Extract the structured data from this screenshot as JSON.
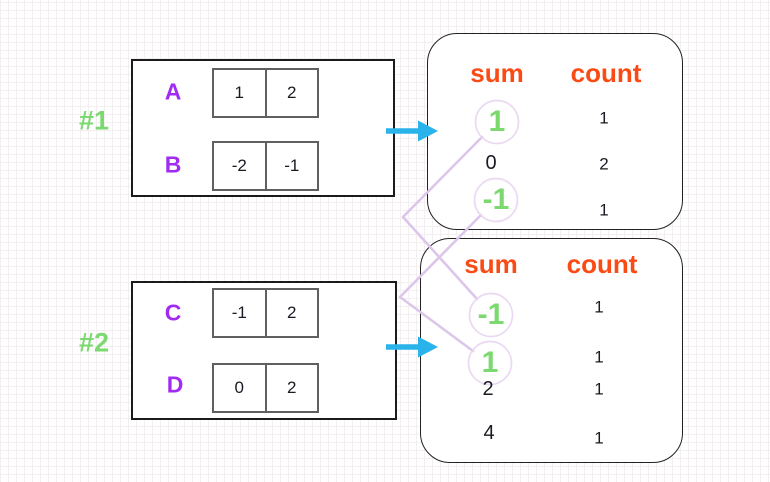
{
  "examples": [
    {
      "id": "#1",
      "arrays": [
        {
          "name": "A",
          "cells": [
            "1",
            "2"
          ]
        },
        {
          "name": "B",
          "cells": [
            "-2",
            "-1"
          ]
        }
      ],
      "table": {
        "sum_header": "sum",
        "count_header": "count",
        "rows": [
          {
            "sum": "1",
            "count": "1",
            "circled": true
          },
          {
            "sum": "0",
            "count": "2",
            "circled": false
          },
          {
            "sum": "-1",
            "count": "1",
            "circled": true
          }
        ]
      }
    },
    {
      "id": "#2",
      "arrays": [
        {
          "name": "C",
          "cells": [
            "-1",
            "2"
          ]
        },
        {
          "name": "D",
          "cells": [
            "0",
            "2"
          ]
        }
      ],
      "table": {
        "sum_header": "sum",
        "count_header": "count",
        "rows": [
          {
            "sum": "-1",
            "count": "1",
            "circled": true
          },
          {
            "sum": "1",
            "count": "1",
            "circled": true
          },
          {
            "sum": "2",
            "count": "1",
            "circled": false
          },
          {
            "sum": "4",
            "count": "1",
            "circled": false
          }
        ]
      }
    }
  ],
  "connectors": [
    {
      "from": "example1 sum 1",
      "to": "example2 sum -1"
    },
    {
      "from": "example1 sum -1",
      "to": "example2 sum 1"
    }
  ],
  "icons": {
    "arrow1": "right-arrow",
    "arrow2": "right-arrow"
  },
  "colors": {
    "green": "#7bd96f",
    "purple": "#a12bf2",
    "orange": "#fb4b15",
    "cyan": "#29b3ea",
    "lavender": "#dcc6ea",
    "circle": "#ead9f2",
    "ink": "#1a1a22"
  }
}
